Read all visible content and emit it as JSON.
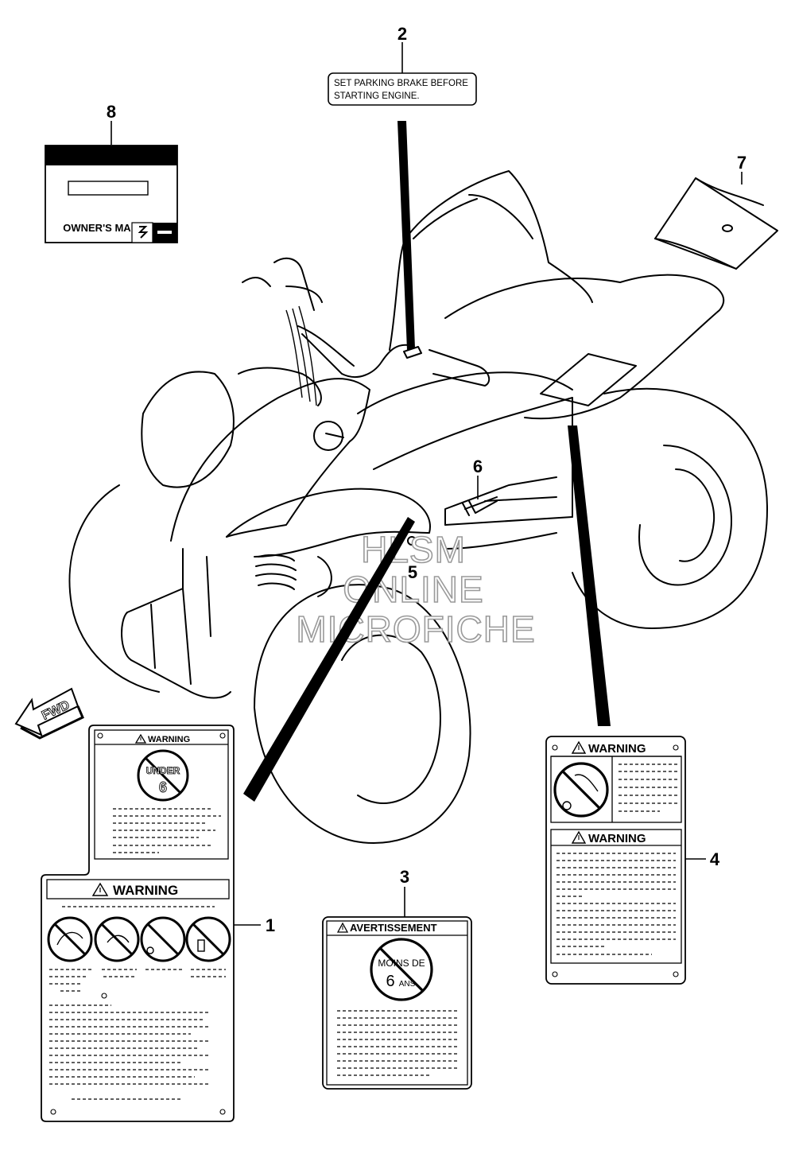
{
  "callouts": {
    "c1": "1",
    "c2": "2",
    "c3": "3",
    "c4": "4",
    "c5": "5",
    "c6": "6",
    "c7": "7",
    "c8": "8"
  },
  "label2": {
    "line1": "SET PARKING BRAKE BEFORE",
    "line2": "STARTING ENGINE."
  },
  "manual": {
    "title": "OWNER'S MANUAL"
  },
  "fwd_arrow": "FWD",
  "watermark": {
    "line1": "HLSM",
    "line2": "ONLINE",
    "line3": "MICROFICHE"
  },
  "label1": {
    "top_header": "WARNING",
    "under_word": "UNDER",
    "under_num": "6",
    "bottom_header": "WARNING"
  },
  "label3": {
    "header": "AVERTISSEMENT",
    "text1": "MOINS DE",
    "num": "6",
    "text2": "ANS"
  },
  "label4": {
    "header1": "WARNING",
    "header2": "WARNING"
  },
  "icons": {
    "warning_triangle": "warning-triangle-icon",
    "prohibition": "prohibition-icon",
    "brand": "brand-logo-icon"
  }
}
